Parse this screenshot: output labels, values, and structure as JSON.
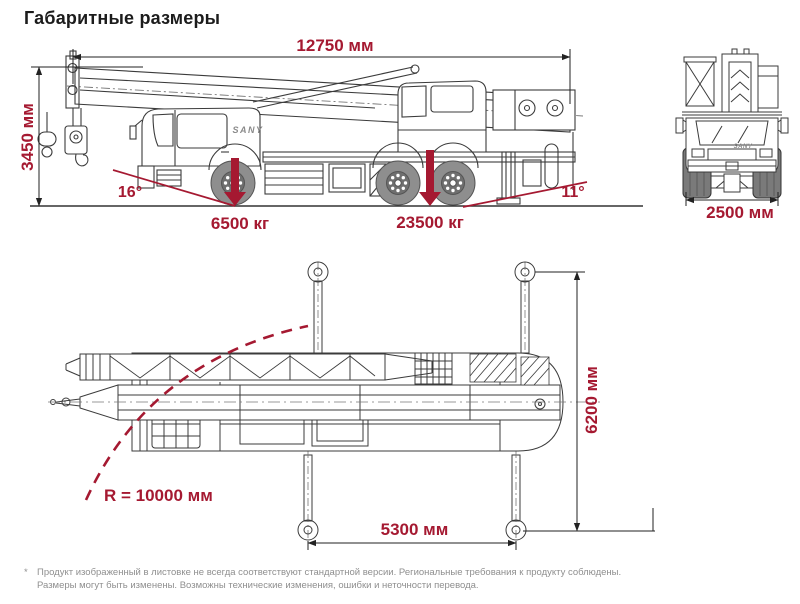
{
  "page": {
    "title": "Габаритные размеры"
  },
  "colors": {
    "dimension_red": "#A51931",
    "drawing_line": "#3b3b3b",
    "wheel_gray": "#8e8e8e",
    "footer_gray": "#8f8f8f"
  },
  "side_view": {
    "length": "12750 мм",
    "height": "3450 мм",
    "approach_angle": "16°",
    "departure_angle": "11°",
    "front_axle_load": "6500 кг",
    "rear_axle_load": "23500 кг",
    "brand_badge": "SANY"
  },
  "front_view": {
    "width": "2500 мм",
    "brand_badge": "SANY"
  },
  "top_view": {
    "turning_radius": "R = 10000 мм",
    "outrigger_longitudinal_span": "5300 мм",
    "outrigger_transverse_span": "6200 мм"
  },
  "footer": {
    "marker": "*",
    "line1": "Продукт изображенный в листовке не всегда соответствуют стандартной версии. Региональные требования к продукту соблюдены.",
    "line2": "Размеры могут быть изменены. Возможны технические изменения, ошибки и неточности перевода."
  }
}
